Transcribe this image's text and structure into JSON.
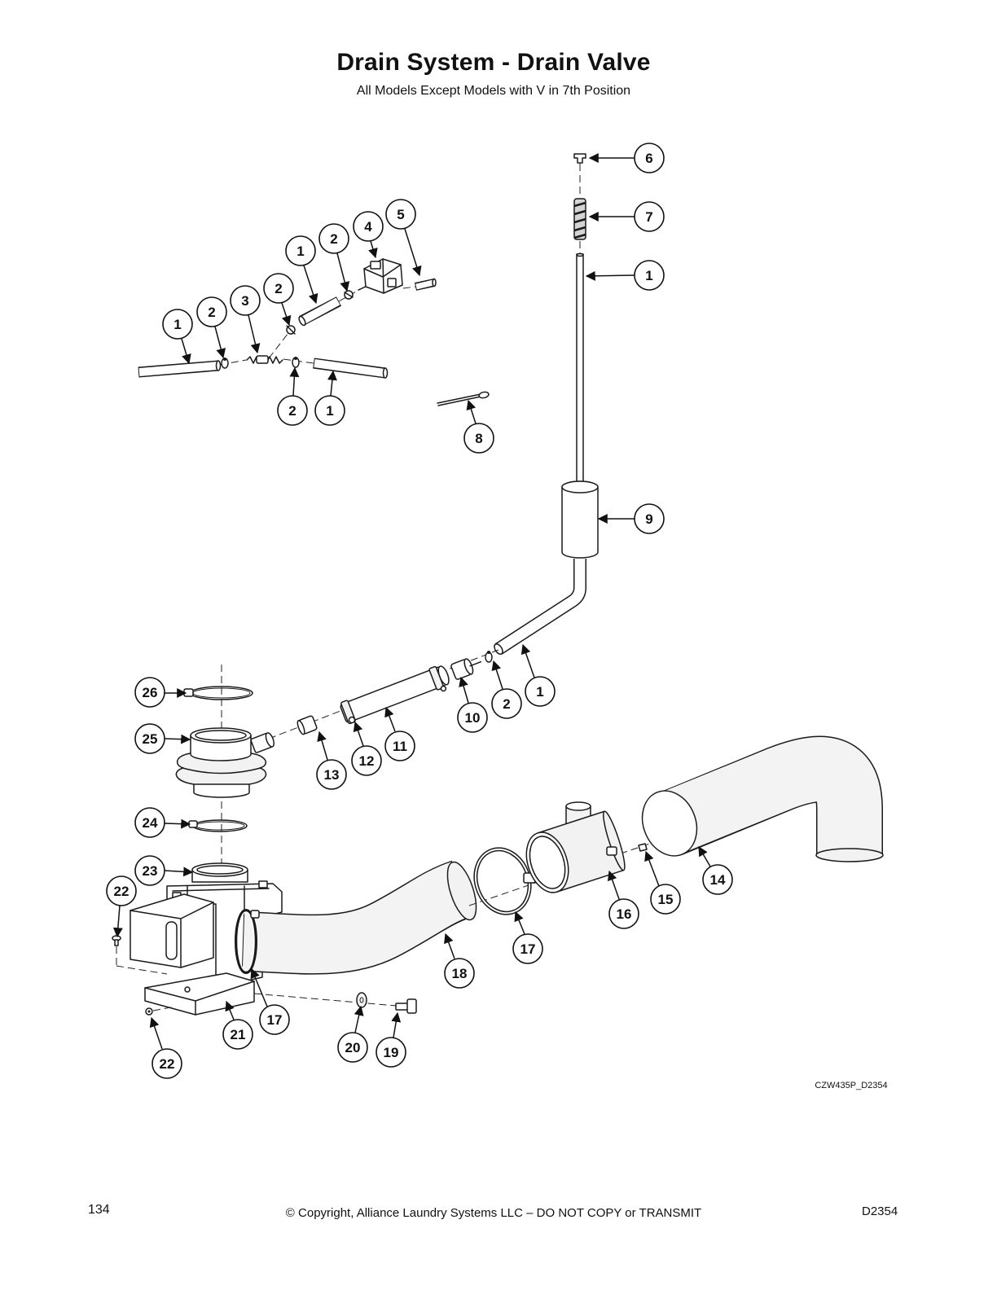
{
  "title": "Drain System - Drain Valve",
  "subtitle": "All Models Except Models with V in 7th Position",
  "callouts": [
    "6",
    "7",
    "1",
    "5",
    "4",
    "2",
    "1",
    "2",
    "3",
    "2",
    "1",
    "2",
    "1",
    "8",
    "9",
    "1",
    "2",
    "10",
    "11",
    "12",
    "13",
    "26",
    "25",
    "24",
    "23",
    "22",
    "14",
    "15",
    "16",
    "17",
    "18",
    "17",
    "21",
    "20",
    "19",
    "22"
  ],
  "drawing_code": "CZW435P_D2354",
  "footer": {
    "page_number": "134",
    "copyright": "© Copyright, Alliance Laundry Systems LLC – DO NOT COPY or TRANSMIT",
    "doc_code": "D2354"
  }
}
